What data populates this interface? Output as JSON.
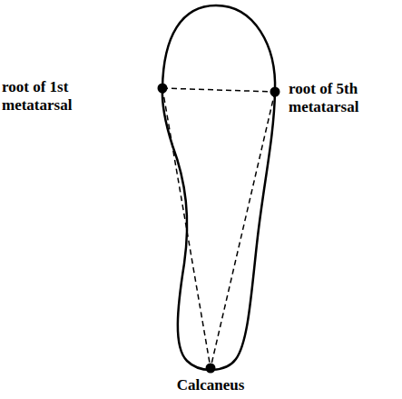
{
  "diagram": {
    "labels": [
      "root of 1st metatarsal",
      "root of 5th metatarsal",
      "Calcaneus"
    ]
  }
}
